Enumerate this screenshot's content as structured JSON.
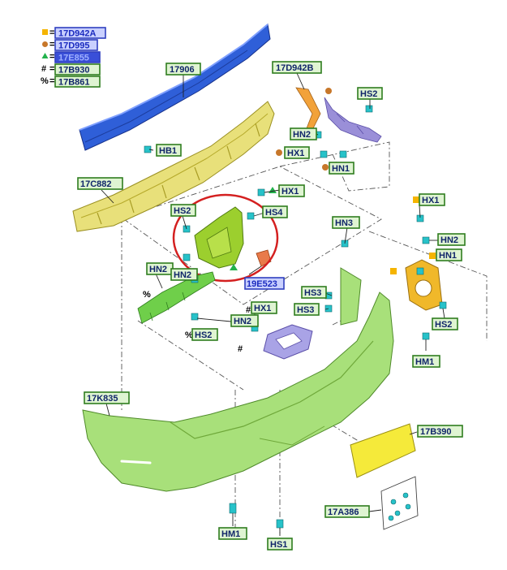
{
  "legend": [
    {
      "symbol": "square",
      "color": "#f5b400",
      "code": "17D942A",
      "style": "blue"
    },
    {
      "symbol": "circle",
      "color": "#c7772a",
      "code": "17D995",
      "style": "blue"
    },
    {
      "symbol": "triangle",
      "color": "#22b24c",
      "code": "17E855",
      "style": "blue"
    },
    {
      "symbol": "#",
      "color": "#000000",
      "code": "17B930",
      "style": "green"
    },
    {
      "symbol": "%",
      "color": "#000000",
      "code": "17B861",
      "style": "green"
    }
  ],
  "callouts": {
    "c17906": "17906",
    "c17D942B": "17D942B",
    "cHS2_top": "HS2",
    "cHN2_top": "HN2",
    "cHX1_top": "HX1",
    "cHN1_top": "HN1",
    "cHB1": "HB1",
    "c17C882": "17C882",
    "cHX1_mid": "HX1",
    "cHS2_mid": "HS2",
    "cHS4": "HS4",
    "cHN3": "HN3",
    "cHX1_right": "HX1",
    "cHN2_right": "HN2",
    "cHN1_right": "HN1",
    "cHN2_left": "HN2",
    "cHN2_left2": "HN2",
    "c19E523": "19E523",
    "cHS3_a": "HS3",
    "cHS3_b": "HS3",
    "cHX1_low": "HX1",
    "cHN2_low": "HN2",
    "cHS2_low": "HS2",
    "cHS2_right": "HS2",
    "cHM1_right": "HM1",
    "c17K835": "17K835",
    "c17B390": "17B390",
    "c17A386": "17A386",
    "cHM1_bottom": "HM1",
    "cHS1_bottom": "HS1"
  },
  "markers": {
    "hash": "#",
    "percent": "%"
  },
  "colors": {
    "beam": "#2f5fd8",
    "absorber": "#e8e07a",
    "bumper": "#9bd86a",
    "bracket_highlight": "#9ccf2e",
    "plate": "#f5ea3a",
    "orange_bracket": "#f2a23a",
    "purple_part": "#9a8fd8",
    "circle": "#e02020"
  }
}
